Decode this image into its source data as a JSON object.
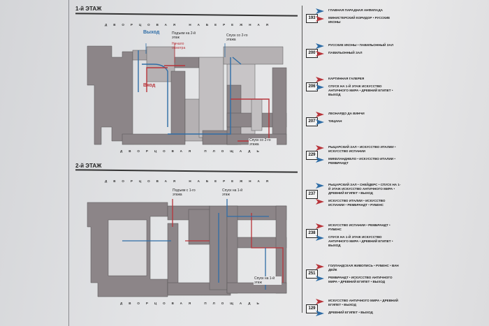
{
  "colors": {
    "red_route": "#b8343a",
    "blue_route": "#2f6da6",
    "room": "#8c8588",
    "room_light": "#c2bfc1"
  },
  "floor1": {
    "title": "1-й ЭТАЖ",
    "street_top": "ДВОРЦОВАЯ НАБЕРЕЖНАЯ",
    "street_bottom": "ДВОРЦОВАЯ ПЛОЩАДЬ",
    "labels": {
      "exit": "Выход",
      "up": "Подъем на 2-й этаж",
      "start": "Начало осмотра",
      "down_top": "Спуск со 2-го этажа",
      "entrance": "Вход",
      "down_bottom": "Спуск со 2-го этажа"
    }
  },
  "floor2": {
    "title": "2-й ЭТАЖ",
    "street_top": "ДВОРЦОВАЯ НАБЕРЕЖНАЯ",
    "street_bottom": "ДВОРЦОВАЯ ПЛОЩАДЬ",
    "labels": {
      "up": "Подъем с 1-го этажа",
      "down_top": "Спуск на 1-й этаж",
      "down_bottom": "Спуск на 1-й этаж"
    }
  },
  "legend": [
    {
      "room": "193",
      "entries": [
        {
          "dir": "blue",
          "text": "Главная парадная анфилада"
        },
        {
          "dir": "red",
          "text": "Министерский коридор • Русские иконы"
        }
      ]
    },
    {
      "room": "200",
      "entries": [
        {
          "dir": "blue",
          "text": "Русские иконы • Павильонный зал"
        },
        {
          "dir": "red",
          "text": "Павильонный зал"
        }
      ]
    },
    {
      "room": "206",
      "entries": [
        {
          "dir": "red",
          "text": "Картинная галерея"
        },
        {
          "dir": "blue",
          "text": "Спуск на 1-й этаж Искусство Античного мира • Древний Египет • Выход"
        }
      ]
    },
    {
      "room": "207",
      "entries": [
        {
          "dir": "red",
          "text": "Леонардо да Винчи"
        },
        {
          "dir": "blue",
          "text": "Тициан"
        }
      ]
    },
    {
      "room": "229",
      "entries": [
        {
          "dir": "red",
          "text": "Рыцарский зал • Искусство Италии • Искусство Испании"
        },
        {
          "dir": "blue",
          "text": "Микеланджело • Искусство Италии • Рембрандт"
        }
      ]
    },
    {
      "room": "237",
      "entries": [
        {
          "dir": "blue",
          "text": "Рыцарский зал • Снейдерс • Спуск на 1-й этаж Искусство Античного мира • Древний Египет • Выход"
        },
        {
          "dir": "red",
          "text": "Искусство Италии • Искусство Испании • Рембрандт • Рубенс"
        }
      ]
    },
    {
      "room": "238",
      "entries": [
        {
          "dir": "red",
          "text": "Искусство Испании • Рембрандт • Рубенс"
        },
        {
          "dir": "blue",
          "text": "Спуск на 1-й этаж Искусство Античного мира • Древний Египет • Выход"
        }
      ]
    },
    {
      "room": "251",
      "entries": [
        {
          "dir": "red",
          "text": "Голландская живопись • Рубенс • Ван Дейк"
        },
        {
          "dir": "blue",
          "text": "Рембрандт • Искусство Античного мира • Древний Египет • Выход"
        }
      ]
    },
    {
      "room": "129",
      "entries": [
        {
          "dir": "red",
          "text": "Искусство Античного мира • Древний Египет • Выход"
        },
        {
          "dir": "blue",
          "text": "Древний Египет • Выход"
        }
      ]
    }
  ]
}
